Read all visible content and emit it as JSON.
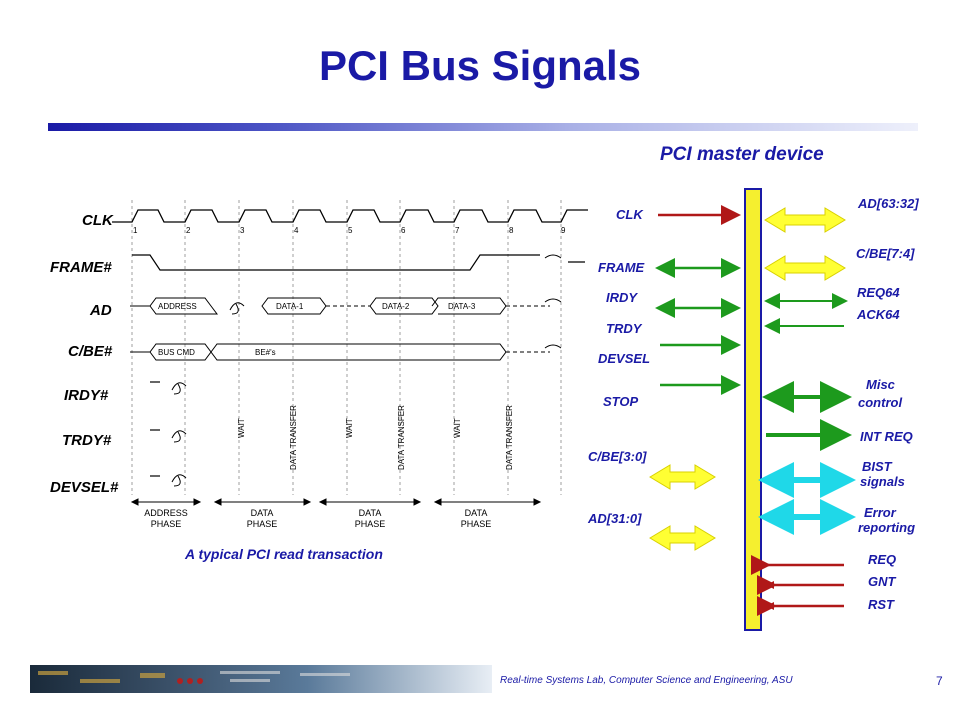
{
  "title": "PCI Bus Signals",
  "timing": {
    "signals": [
      "CLK",
      "FRAME#",
      "AD",
      "C/BE#",
      "IRDY#",
      "TRDY#",
      "DEVSEL#"
    ],
    "clock_numbers": [
      "1",
      "2",
      "3",
      "4",
      "5",
      "6",
      "7",
      "8",
      "9"
    ],
    "ad_labels": [
      "ADDRESS",
      "DATA-1",
      "DATA-2",
      "DATA-3"
    ],
    "cbe_labels": [
      "BUS CMD",
      "BE#'s"
    ],
    "vertical_labels": [
      "WAIT",
      "DATA TRANSFER",
      "WAIT",
      "DATA TRANSFER",
      "WAIT",
      "DATA TRANSFER"
    ],
    "phases": [
      {
        "line1": "ADDRESS",
        "line2": "PHASE"
      },
      {
        "line1": "DATA",
        "line2": "PHASE"
      },
      {
        "line1": "DATA",
        "line2": "PHASE"
      },
      {
        "line1": "DATA",
        "line2": "PHASE"
      }
    ],
    "caption": "A typical PCI read transaction"
  },
  "master": {
    "title": "PCI master device",
    "left_signals": [
      "CLK",
      "FRAME",
      "IRDY",
      "TRDY",
      "DEVSEL",
      "STOP",
      "C/BE[3:0]",
      "AD[31:0]"
    ],
    "right_signals": [
      "AD[63:32]",
      "C/BE[7:4]",
      "REQ64",
      "ACK64",
      "Misc",
      "control",
      "INT REQ",
      "BIST",
      "signals",
      "Error",
      "reporting",
      "REQ",
      "GNT",
      "RST"
    ]
  },
  "colors": {
    "title": "#1a1aa6",
    "bus_fill": "#f5ef2f",
    "red_arrow": "#b01818",
    "green_arrow": "#1d9a1d",
    "cyan_arrow": "#1fd8e8",
    "yellow_arrow": "#ffff33"
  },
  "footer": {
    "text": "Real-time Systems Lab, Computer Science and Engineering, ASU",
    "page": "7"
  }
}
